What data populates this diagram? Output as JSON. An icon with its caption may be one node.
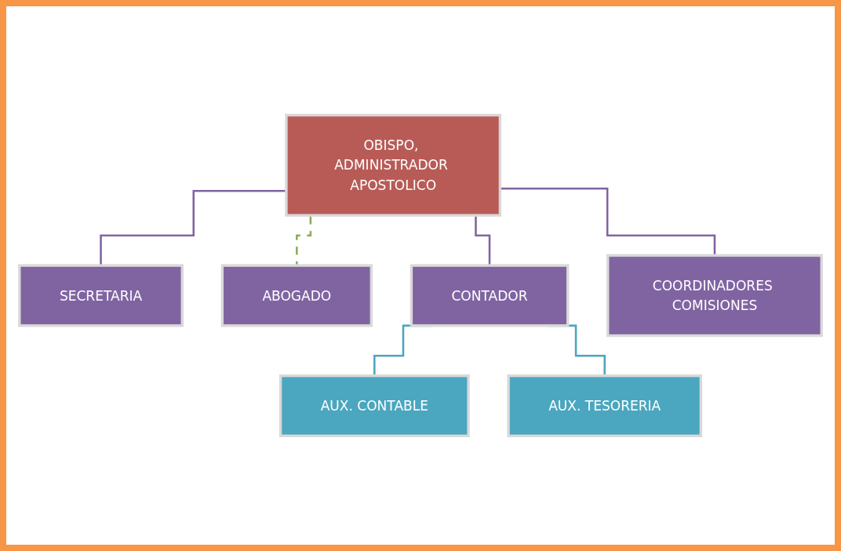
{
  "diagram": {
    "nodes": [
      {
        "text": [
          "OBISPO, ADMINISTRADOR APOSTOLICO"
        ]
      },
      {
        "text": [
          "SECRETARIA"
        ]
      },
      {
        "text": [
          "ABOGADO"
        ]
      },
      {
        "text": [
          "CONTADOR"
        ]
      },
      {
        "text": [
          "COORDINADORES COMISIONES"
        ]
      },
      {
        "text": [
          "AUX. CONTABLE"
        ]
      },
      {
        "text": [
          "AUX. TESORERIA"
        ]
      }
    ],
    "edges": [
      {
        "from": 0,
        "to": 1,
        "arrow": "none"
      },
      {
        "from": 0,
        "to": 2,
        "arrow": "none",
        "style": "dashed",
        "color": "#8aac5a"
      },
      {
        "from": 0,
        "to": 3,
        "arrow": "none"
      },
      {
        "from": 0,
        "to": 4,
        "arrow": "none"
      },
      {
        "from": 3,
        "to": 5,
        "arrow": "none",
        "color": "#4ba6bf"
      },
      {
        "from": 3,
        "to": 6,
        "arrow": "none",
        "color": "#4ba6bf"
      }
    ]
  }
}
